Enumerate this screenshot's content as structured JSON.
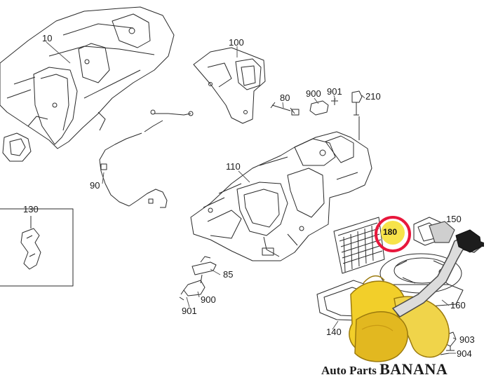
{
  "callouts": [
    {
      "id": "c10",
      "text": "10"
    },
    {
      "id": "c100",
      "text": "100"
    },
    {
      "id": "c80",
      "text": "80"
    },
    {
      "id": "c900a",
      "text": "900"
    },
    {
      "id": "c901a",
      "text": "901"
    },
    {
      "id": "c210",
      "text": "210"
    },
    {
      "id": "c110",
      "text": "110"
    },
    {
      "id": "c90",
      "text": "90"
    },
    {
      "id": "c130",
      "text": "130"
    },
    {
      "id": "c85",
      "text": "85"
    },
    {
      "id": "c900b",
      "text": "900"
    },
    {
      "id": "c901b",
      "text": "901"
    },
    {
      "id": "c150",
      "text": "150"
    },
    {
      "id": "c160",
      "text": "160"
    },
    {
      "id": "c140",
      "text": "140"
    },
    {
      "id": "c903",
      "text": "903"
    },
    {
      "id": "c904",
      "text": "904"
    }
  ],
  "highlight": {
    "text": "180",
    "ring_color": "#e8173c",
    "fill_color": "#f7e34a"
  },
  "watermark": {
    "part1": "Auto Parts ",
    "part2": "BANANA"
  },
  "colors": {
    "line": "#2a2a2a",
    "banana": "#f2cf2a",
    "banana_shadow": "#c99a12"
  }
}
